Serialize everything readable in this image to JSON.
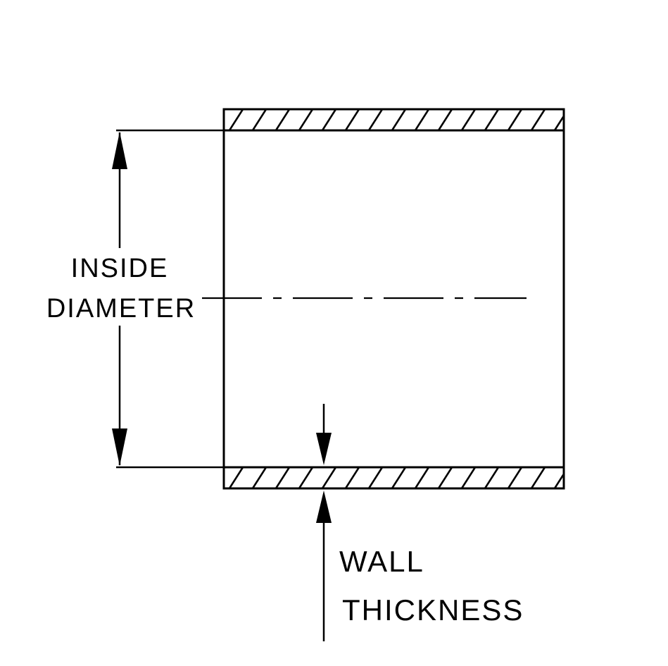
{
  "diagram": {
    "description": "Cross-section dimension drawing of a hose/tube showing inside diameter and wall thickness",
    "labels": {
      "inside_diameter_line1": "INSIDE",
      "inside_diameter_line2": "DIAMETER",
      "wall_thickness_line1": "WALL",
      "wall_thickness_line2": "THICKNESS"
    },
    "colors": {
      "line": "#000000",
      "background": "#ffffff"
    }
  }
}
